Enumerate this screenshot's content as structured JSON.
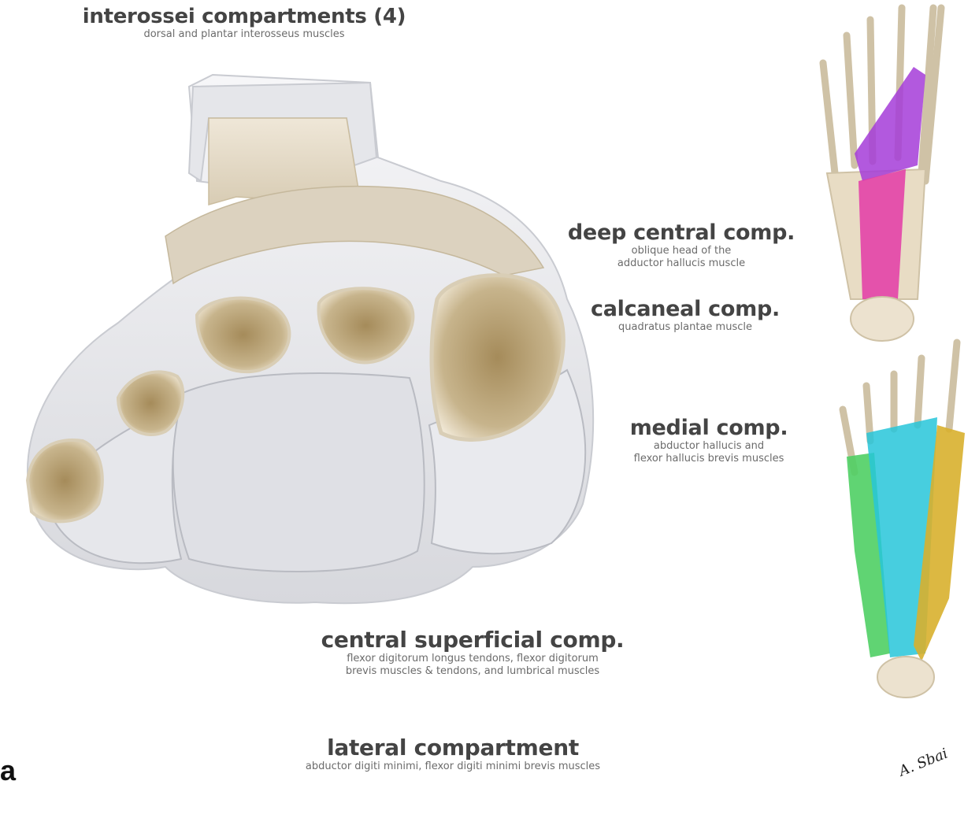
{
  "labels": {
    "interossei": {
      "title": "interossei compartments (4)",
      "sub": "dorsal and plantar interosseus muscles"
    },
    "deep_central": {
      "title": "deep central comp.",
      "sub1": "oblique head of the",
      "sub2": "adductor hallucis muscle"
    },
    "calcaneal": {
      "title": "calcaneal comp.",
      "sub": "quadratus plantae muscle"
    },
    "medial": {
      "title": "medial comp.",
      "sub1": "abductor hallucis and",
      "sub2": "flexor hallucis brevis muscles"
    },
    "central_superficial": {
      "title": "central superficial comp.",
      "sub1": "flexor digitorum longus tendons, flexor digitorum",
      "sub2": "brevis muscles & tendons, and lumbrical muscles"
    },
    "lateral": {
      "title": "lateral compartment",
      "sub": "abductor digiti minimi, flexor digiti minimi brevis muscles"
    }
  },
  "panel_letter": "a",
  "signature": "A. Sbai",
  "colors": {
    "bone": "#e6ddcc",
    "bone_marrow": "#b59e70",
    "fascia": "#e9eaee",
    "adductor_oblique": "#a43cd8",
    "quadratus_plantae": "#e33aa7",
    "central_superficial": "#27c6d9",
    "lateral": "#4fcf64",
    "medial": "#d8b02e"
  }
}
